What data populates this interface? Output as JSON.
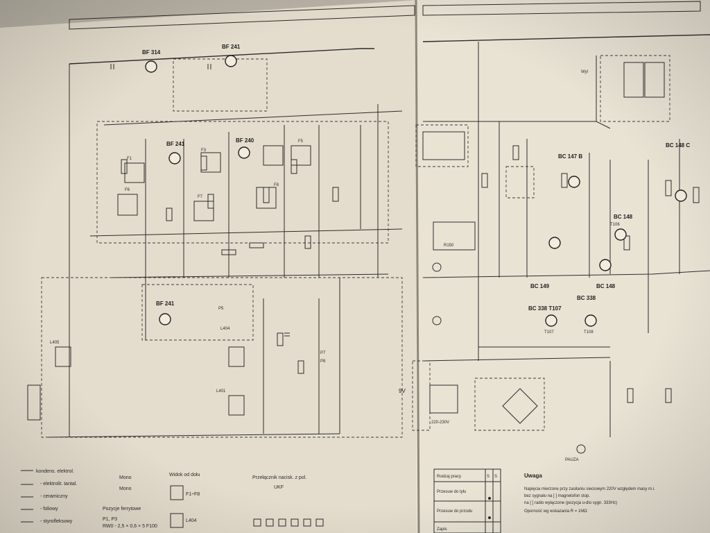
{
  "document": {
    "kind": "photographed schematic diagram (radio receiver service manual)",
    "transistors_left": [
      "BF 314",
      "BF 241",
      "BF 241",
      "BF 240",
      "BF 241"
    ],
    "transistors_right": [
      "BC 147 B",
      "BC 148",
      "BC 148 C",
      "BC 149",
      "BC 338",
      "BC 148"
    ],
    "output_block_labels": [
      "BC 338 T107"
    ],
    "left_parts": [
      "F1",
      "F3",
      "F5",
      "F6",
      "F7",
      "F8",
      "L404",
      "L405",
      "L401",
      "P5",
      "P7",
      "P8"
    ],
    "right_parts": [
      "R150",
      "T106",
      "T107",
      "T108",
      "Wyl",
      "PAUZA"
    ],
    "power_labels": [
      "9V",
      "220-230V"
    ],
    "legend_left": [
      "kondens. elektrol.",
      "- elektrolit. tantal.",
      "- ceramiczny",
      "- foliowy",
      "- styrofleksowy"
    ],
    "legend_mid": [
      "Mono",
      "Mono",
      "Widok od dołu",
      "F1÷F8",
      "L404",
      "Przełącznik nacisk. z pol.",
      "UKF",
      "Pozycje ferrytowe",
      "P1, P3",
      "RW0 - 2,5 × 0,6 × 5 F100"
    ],
    "table_right": {
      "headers": [
        "Rodzaj pracy",
        "S",
        "S"
      ],
      "rows": [
        "Przesuw do tyłu",
        "Przesuw do przodu",
        "Zapis"
      ]
    },
    "note_right": {
      "title": "Uwaga",
      "lines": [
        "Napięcia mierzone przy zasilaniu sieciowym 220V względem masy m.i.",
        "bez sygnału na [ ] magnetofon stop.",
        "na [ ] radio wyłączone (pozycja u-dio sygn. 333Hz)",
        "Oporność wg wskazania R = 1MΩ"
      ]
    },
    "colors": {
      "paper_left": "#e4ddcd",
      "paper_right": "#e9e3d4",
      "ink": "#2b2b2b",
      "background": "#b9b3a6"
    }
  }
}
